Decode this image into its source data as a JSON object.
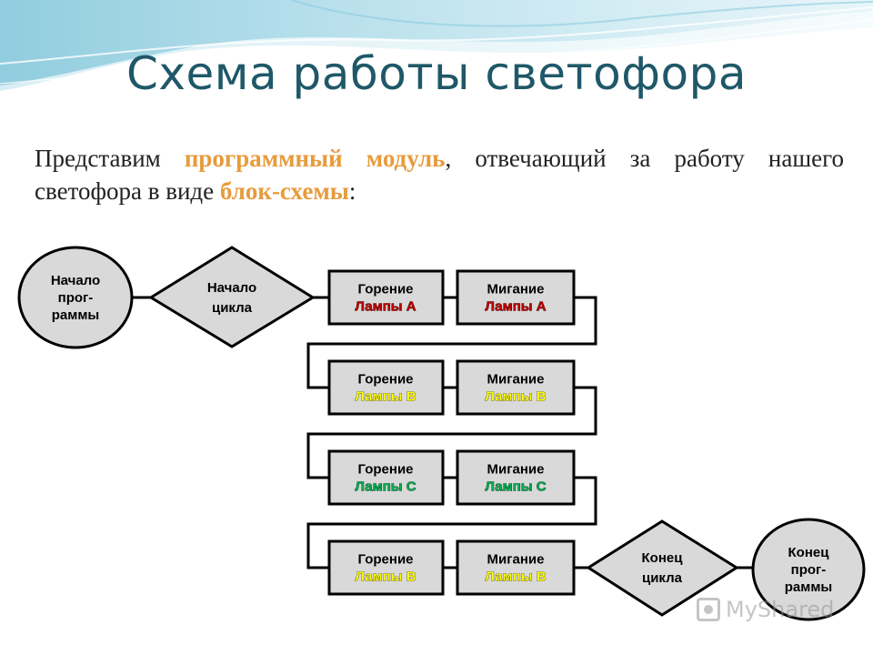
{
  "slide": {
    "title": "Схема работы светофора",
    "intro_1": "Представим ",
    "intro_hl_1": "программный модуль",
    "intro_2": ", отвечающий за работу нашего светофора в виде ",
    "intro_hl_2": "блок-схемы",
    "intro_3": ":"
  },
  "colors": {
    "title": "#1f5868",
    "highlight": "#e79b3c",
    "node_fill": "#d9d9d9",
    "lamp_red": "#c00000",
    "lamp_yellow": "#ffff00",
    "lamp_green": "#00b050",
    "line": "#000000"
  },
  "flow": {
    "start": [
      "Начало",
      "прог-",
      "раммы"
    ],
    "loop_start": [
      "Начало",
      "цикла"
    ],
    "rows": [
      {
        "burn": [
          "Горение",
          "Лампы А"
        ],
        "blink": [
          "Мигание",
          "Лампы А"
        ],
        "lamp_color": "#c00000"
      },
      {
        "burn": [
          "Горение",
          "Лампы В"
        ],
        "blink": [
          "Мигание",
          "Лампы В"
        ],
        "lamp_color": "#ffff00"
      },
      {
        "burn": [
          "Горение",
          "Лампы С"
        ],
        "blink": [
          "Мигание",
          "Лампы С"
        ],
        "lamp_color": "#00b050"
      },
      {
        "burn": [
          "Горение",
          "Лампы В"
        ],
        "blink": [
          "Мигание",
          "Лампы В"
        ],
        "lamp_color": "#ffff00"
      }
    ],
    "loop_end": [
      "Конец",
      "цикла"
    ],
    "end": [
      "Конец",
      "прог-",
      "раммы"
    ]
  },
  "watermark": {
    "text": "MyShared",
    "icon": "myshared-logo-icon"
  }
}
